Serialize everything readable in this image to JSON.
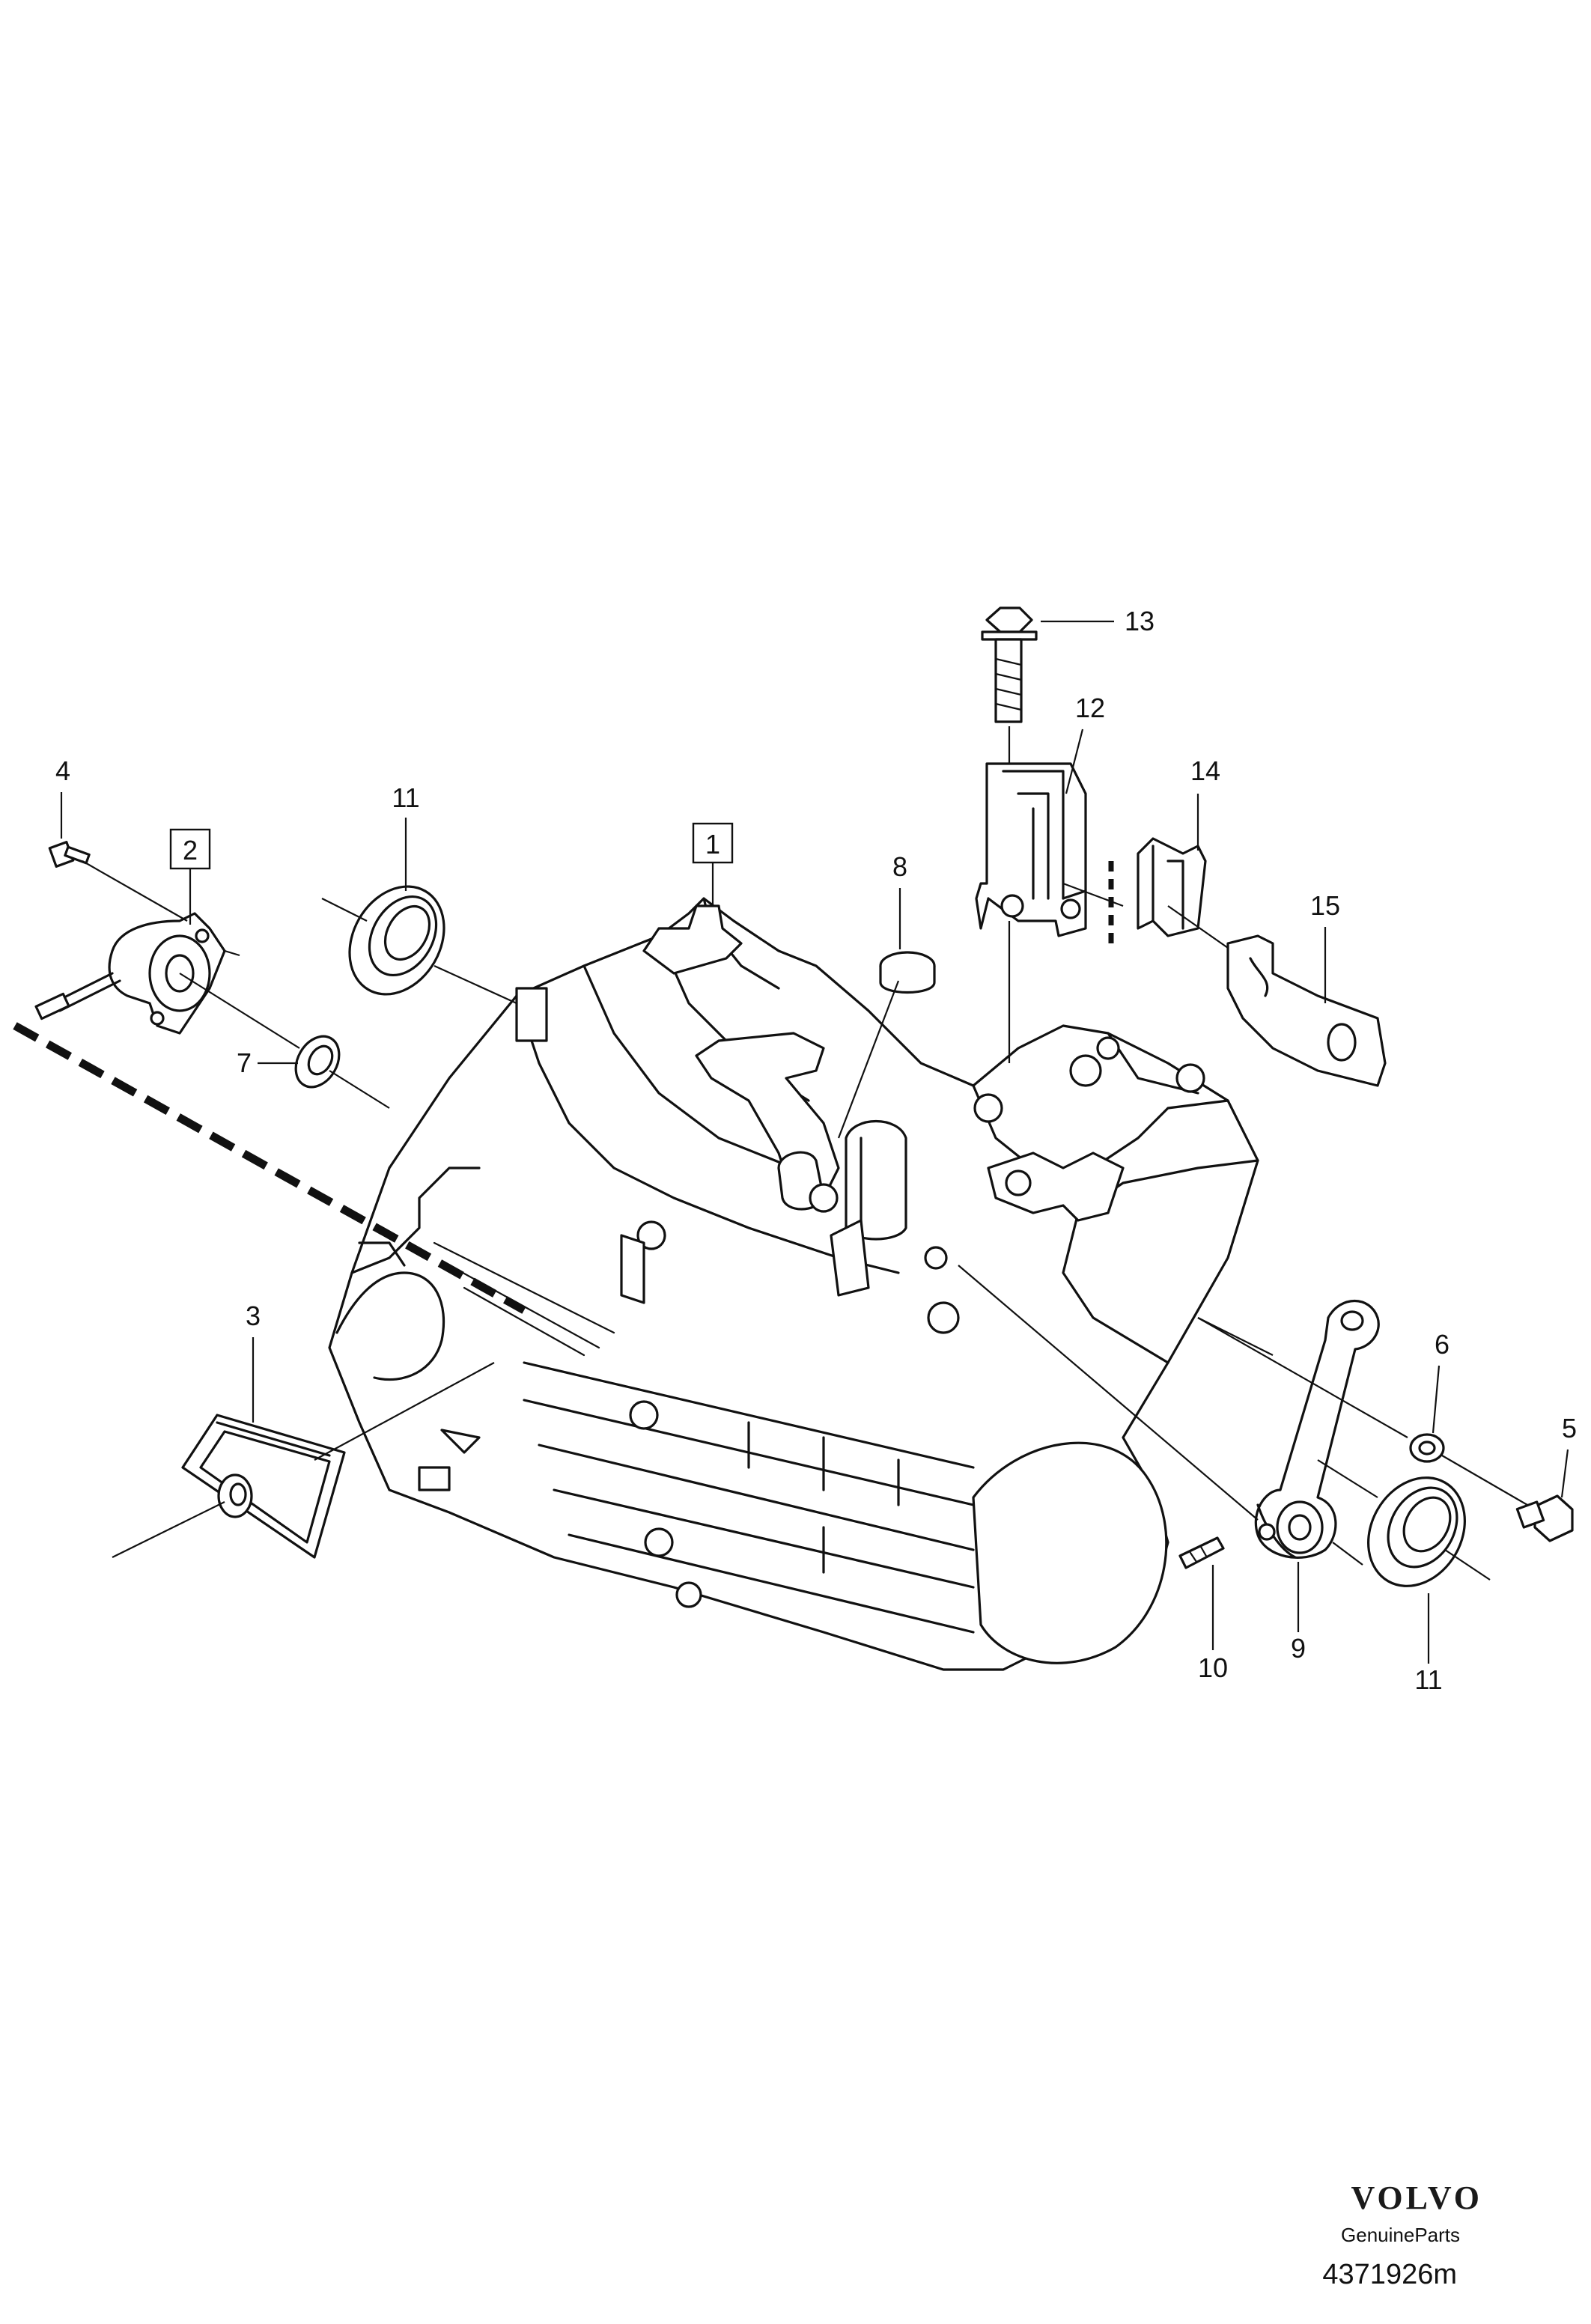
{
  "callouts": {
    "c1": "1",
    "c2": "2",
    "c3": "3",
    "c4": "4",
    "c5": "5",
    "c6": "6",
    "c7": "7",
    "c8": "8",
    "c9": "9",
    "c10": "10",
    "c11a": "11",
    "c11b": "11",
    "c12": "12",
    "c13": "13",
    "c14": "14",
    "c15": "15"
  },
  "footer": {
    "brand": "VOLVO",
    "tagline": "GenuineParts",
    "reference": "4371926m"
  }
}
